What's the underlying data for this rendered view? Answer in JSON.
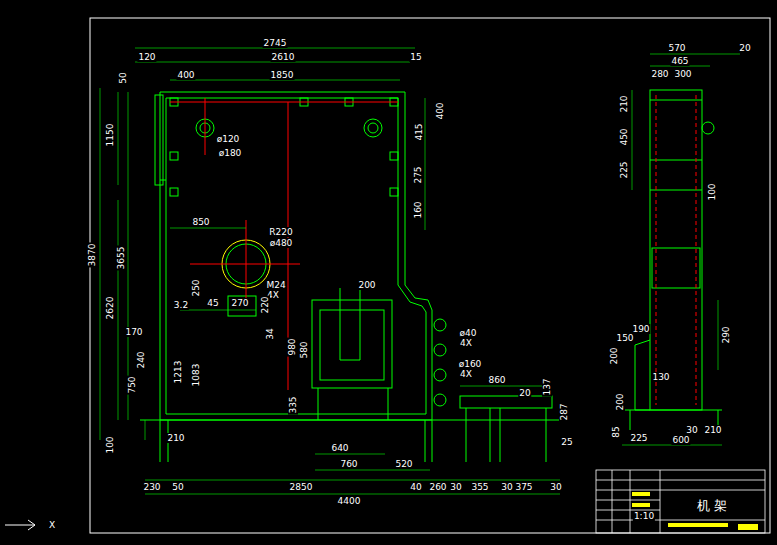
{
  "diagram": {
    "labels": [
      "2745",
      "120",
      "2610",
      "15",
      "400",
      "1850",
      "50",
      "1150",
      "3870",
      "3655",
      "2620",
      "415",
      "400",
      "275",
      "160",
      "ø120",
      "ø180",
      "850",
      "R220",
      "ø480",
      "M24",
      "4X",
      "200",
      "3.2",
      "45",
      "270",
      "250",
      "220",
      "34",
      "170",
      "240",
      "750",
      "1213",
      "1083",
      "980",
      "580",
      "335",
      "ø40",
      "4X",
      "ø160",
      "4X",
      "860",
      "20",
      "137",
      "287",
      "25",
      "640",
      "760",
      "520",
      "100",
      "210",
      "230",
      "50",
      "2850",
      "40",
      "260",
      "30",
      "355",
      "30",
      "375",
      "30",
      "4400",
      "570",
      "20",
      "465",
      "280",
      "300",
      "210",
      "450",
      "225",
      "100",
      "150",
      "190",
      "200",
      "290",
      "130",
      "200",
      "85",
      "225",
      "600",
      "30",
      "210",
      "机 架",
      "1:10",
      "X"
    ]
  }
}
